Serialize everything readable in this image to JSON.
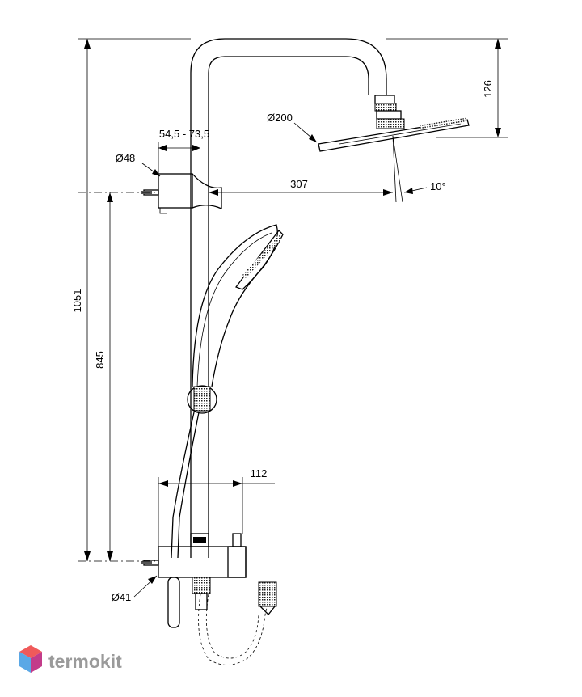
{
  "dimensions": {
    "total_height": "1051",
    "inlet_height": "845",
    "head_drop": "126",
    "arm_reach": "307",
    "bracket_range": "54,5 - 73,5",
    "mixer_depth": "112",
    "tilt_angle": "10°",
    "head_diameter": "Ø200",
    "bracket_diameter": "Ø48",
    "mixer_diameter": "Ø41"
  },
  "brand": {
    "name": "termokit",
    "colors": {
      "cube_top": "#f05a5a",
      "cube_left": "#5aa8e6",
      "cube_right": "#c33c8a",
      "text": "#9a9a9a"
    }
  }
}
